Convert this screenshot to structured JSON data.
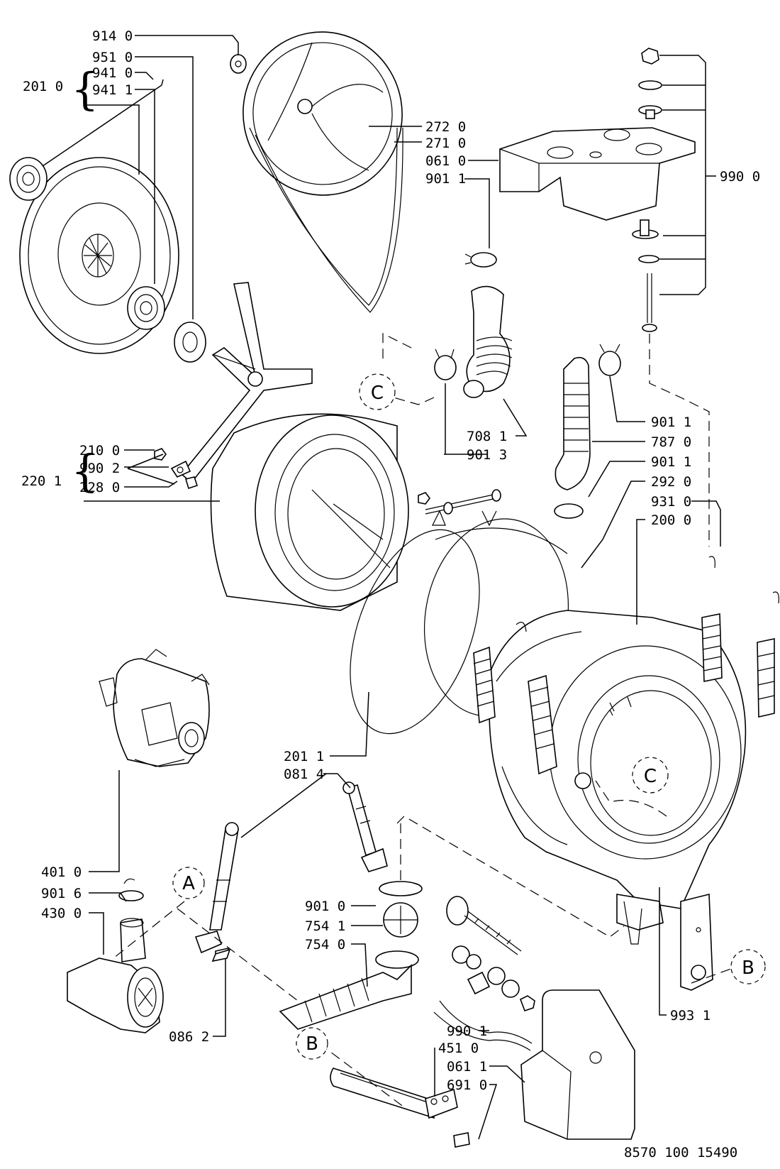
{
  "diagram": {
    "doc_number": "8570 100 15490",
    "group_labels": {
      "bearing_group": "201 0",
      "cross_group": "220 1"
    },
    "labels": {
      "914_0": "914 0",
      "951_0": "951 0",
      "941_0": "941 0",
      "941_1": "941 1",
      "272_0": "272 0",
      "271_0": "271 0",
      "061_0": "061 0",
      "901_1_a": "901 1",
      "990_0": "990 0",
      "210_0": "210 0",
      "990_2": "990 2",
      "228_0": "228 0",
      "708_1": "708 1",
      "901_3": "901 3",
      "901_1_b": "901 1",
      "787_0": "787 0",
      "901_1_c": "901 1",
      "292_0": "292 0",
      "931_0": "931 0",
      "200_0": "200 0",
      "201_1": "201 1",
      "081_4": "081 4",
      "401_0": "401 0",
      "901_6": "901 6",
      "430_0": "430 0",
      "086_2": "086 2",
      "901_0": "901 0",
      "754_1": "754 1",
      "754_0": "754 0",
      "990_1": "990 1",
      "451_0": "451 0",
      "061_1": "061 1",
      "691_0": "691 0",
      "993_1": "993 1"
    },
    "ref_markers": {
      "c_upper": "C",
      "c_tub": "C",
      "a": "A",
      "b_left": "B",
      "b_right": "B"
    }
  }
}
